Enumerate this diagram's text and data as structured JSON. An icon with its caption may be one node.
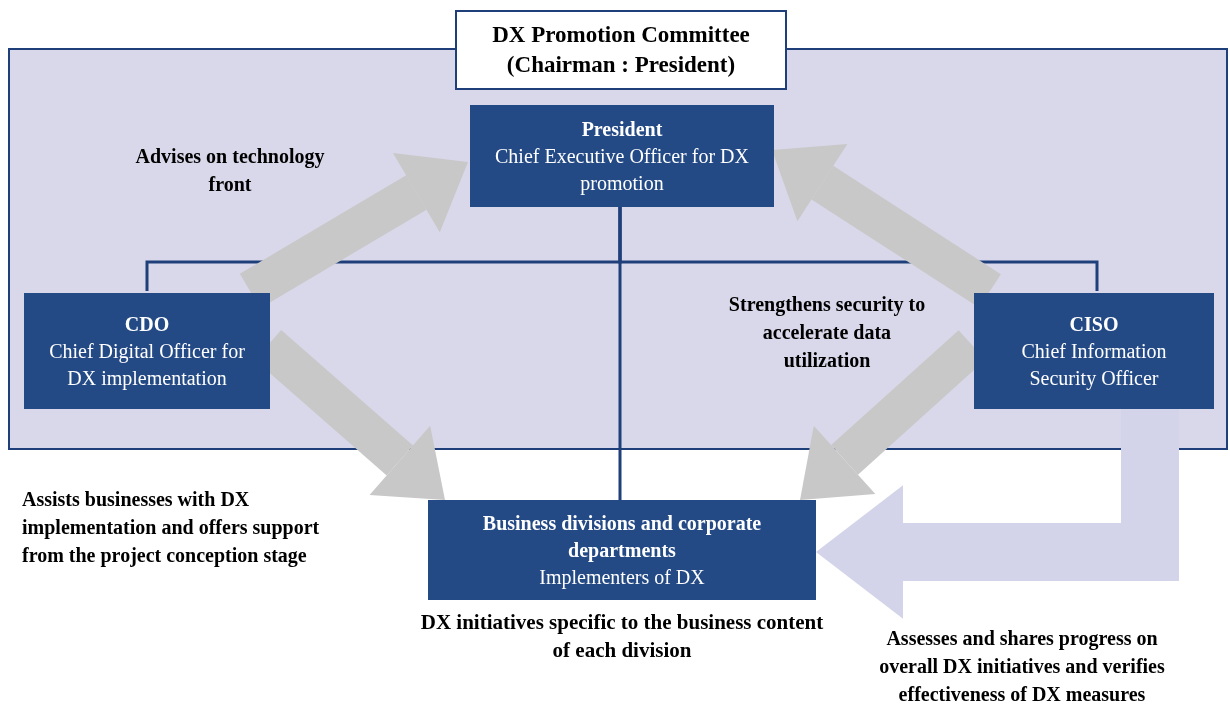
{
  "diagram": {
    "nodes": [
      {
        "text": [
          "DX Promotion Committee (Chairman : President)"
        ]
      },
      {
        "text": [
          "President",
          "Chief Executive Officer for DX promotion"
        ],
        "in": 0
      },
      {
        "text": [
          "CDO",
          "Chief Digital Officer for DX implementation"
        ],
        "in": 0
      },
      {
        "text": [
          "CISO",
          "Chief Information Security Officer"
        ],
        "in": 0
      },
      {
        "text": [
          "Business divisions and corporate departments",
          "Implementers of DX"
        ],
        "beside": [
          "DX initiatives specific to the business content of each division"
        ]
      }
    ],
    "edges": [
      {
        "from": 1,
        "to": 2,
        "arrow": "none",
        "color": "#1f3f7a"
      },
      {
        "from": 1,
        "to": 3,
        "arrow": "none",
        "color": "#1f3f7a"
      },
      {
        "from": 1,
        "to": 4,
        "arrow": "none",
        "color": "#1f3f7a"
      },
      {
        "from": 2,
        "to": 1,
        "arrow": "to",
        "label": "Advises on technology front",
        "color": "#c8c8c8"
      },
      {
        "from": 3,
        "to": 1,
        "arrow": "to",
        "color": "#c8c8c8"
      },
      {
        "from": 2,
        "to": 4,
        "arrow": "to",
        "label": "Assists businesses with DX implementation and offers support from the project conception stage",
        "color": "#c8c8c8"
      },
      {
        "from": 3,
        "to": 4,
        "arrow": "to",
        "label": "Strengthens security to accelerate data utilization",
        "color": "#c8c8c8"
      },
      {
        "from": 3,
        "to": 4,
        "arrow": "to",
        "label": "Assesses and shares progress on overall DX initiatives and verifies effectiveness of DX measures",
        "color": "#d3d3ea"
      }
    ]
  }
}
